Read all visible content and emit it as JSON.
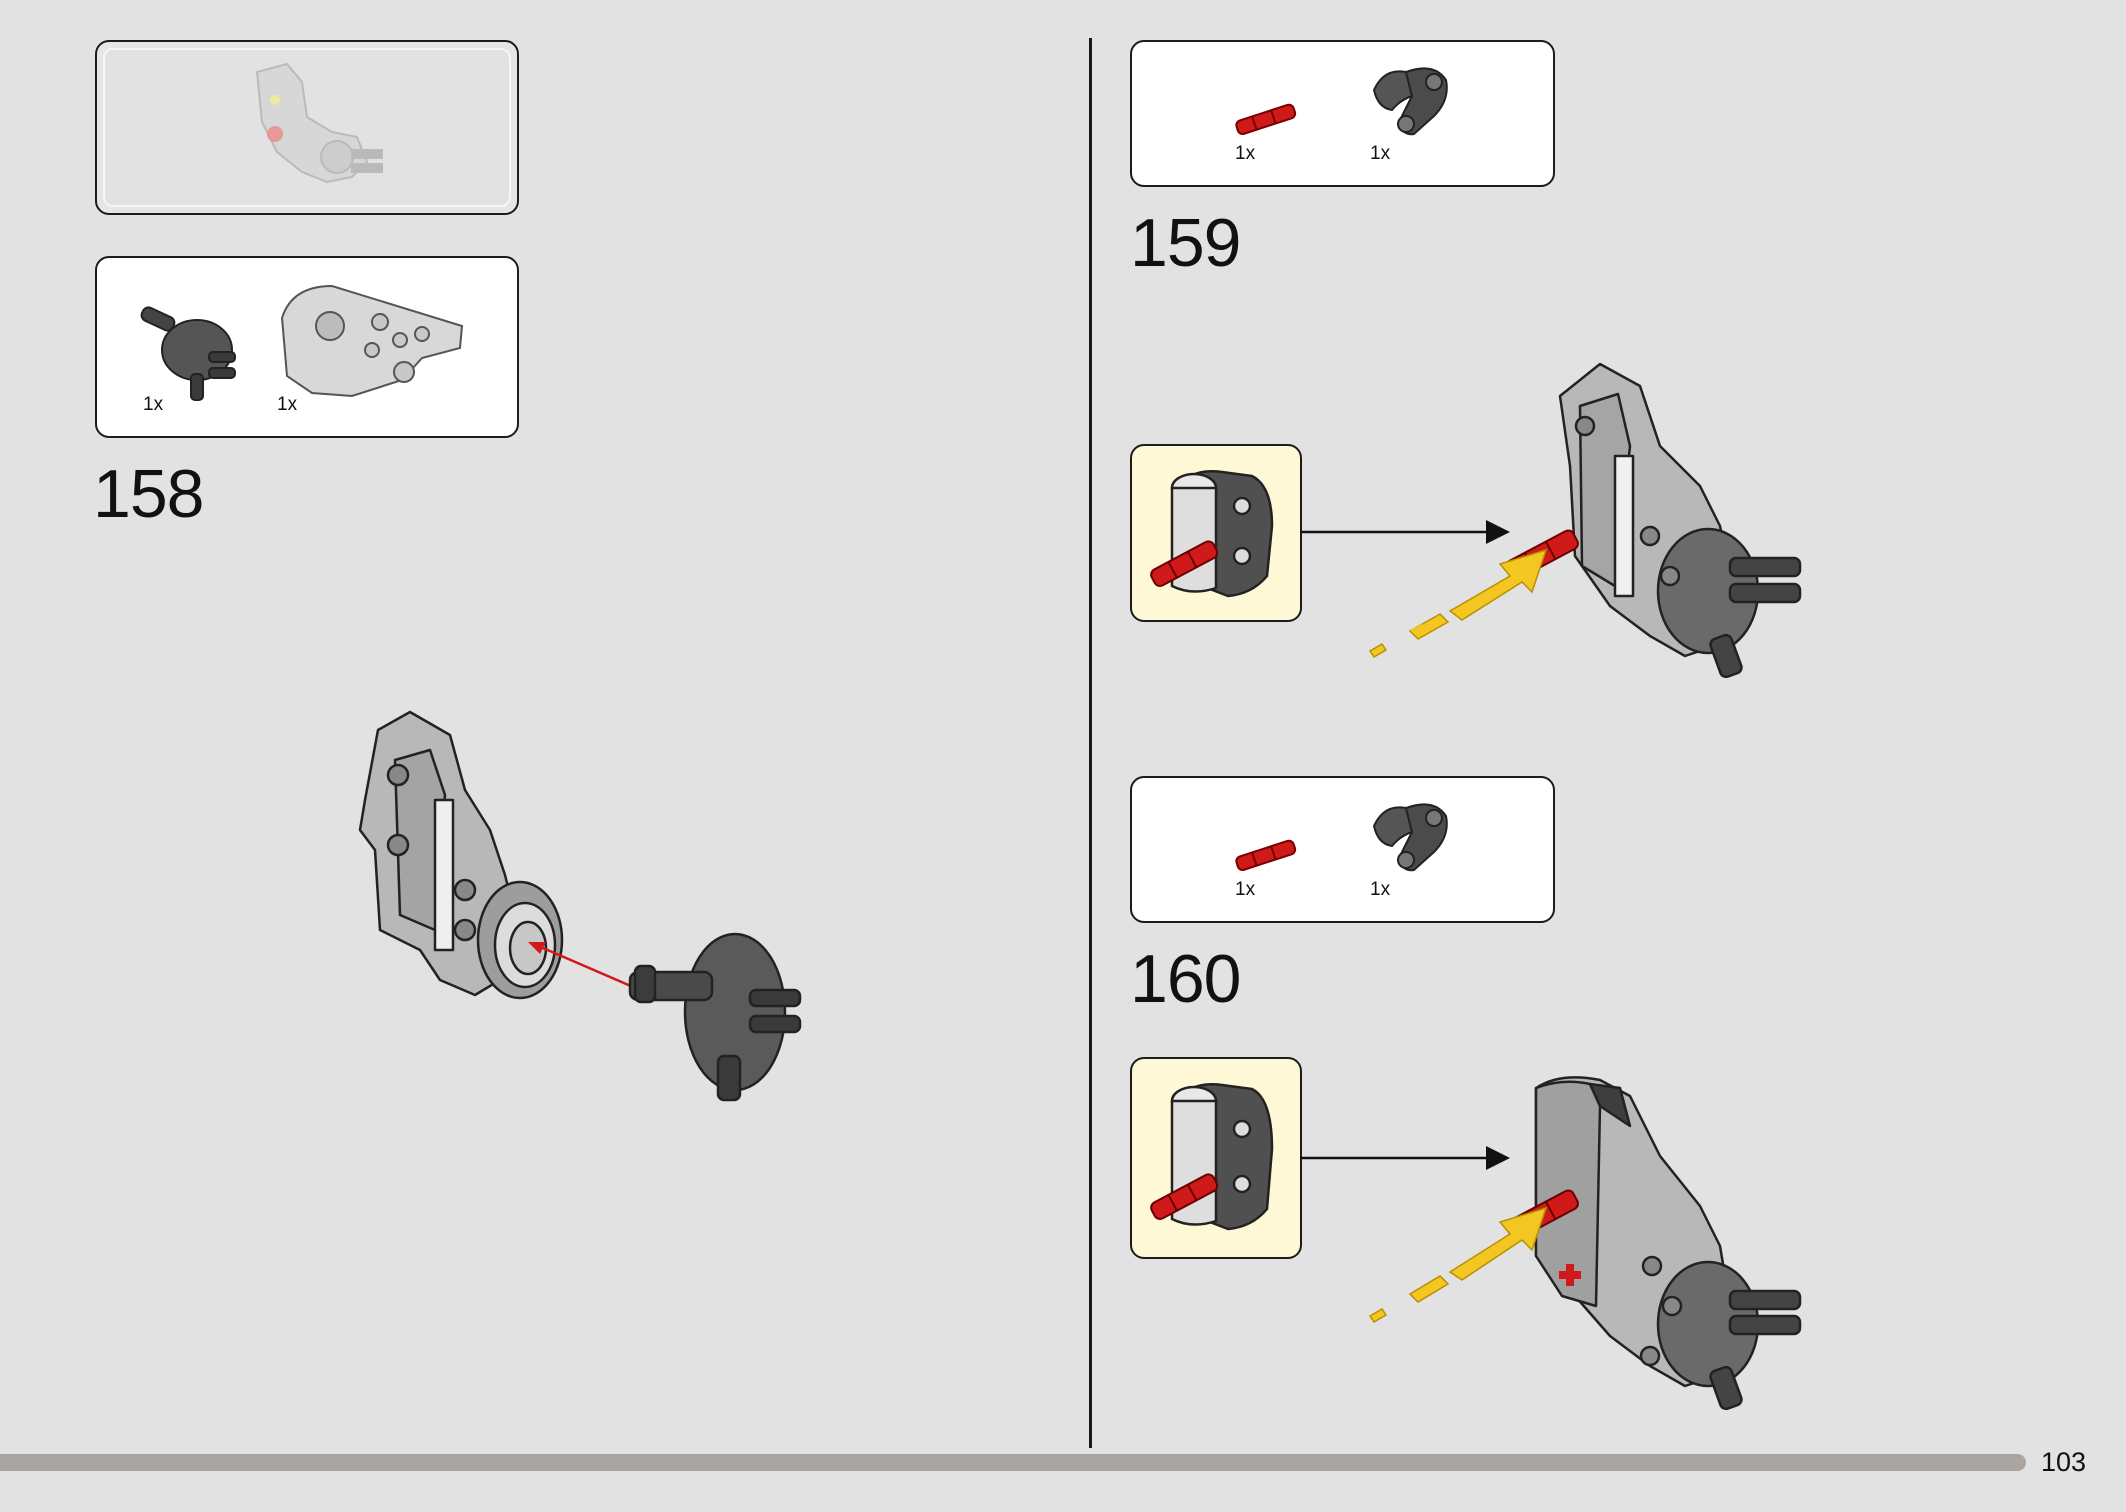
{
  "page": {
    "number": "103"
  },
  "left": {
    "context_box": {
      "description_icon": "assembly-preview-icon"
    },
    "parts_box": {
      "parts": [
        {
          "icon": "axle-disc-connector-icon",
          "qty": "1x"
        },
        {
          "icon": "panel-frame-part-icon",
          "qty": "1x"
        }
      ]
    },
    "step": {
      "number": "158"
    }
  },
  "right": {
    "step159": {
      "number": "159",
      "parts": [
        {
          "icon": "red-axle-pin-icon",
          "qty": "1x"
        },
        {
          "icon": "dark-gray-connector-icon",
          "qty": "1x"
        }
      ]
    },
    "step160": {
      "number": "160",
      "parts": [
        {
          "icon": "red-axle-pin-icon",
          "qty": "1x"
        },
        {
          "icon": "dark-gray-connector-icon",
          "qty": "1x"
        }
      ]
    }
  },
  "colors": {
    "background": "#e2e2e2",
    "callout": "#fff8d6",
    "red_part": "#d01a1a",
    "yellow_arrow": "#f3c621",
    "part_gray": "#a8a8a8",
    "part_dark": "#4a4a4a",
    "page_bar": "#aaa5a1"
  }
}
